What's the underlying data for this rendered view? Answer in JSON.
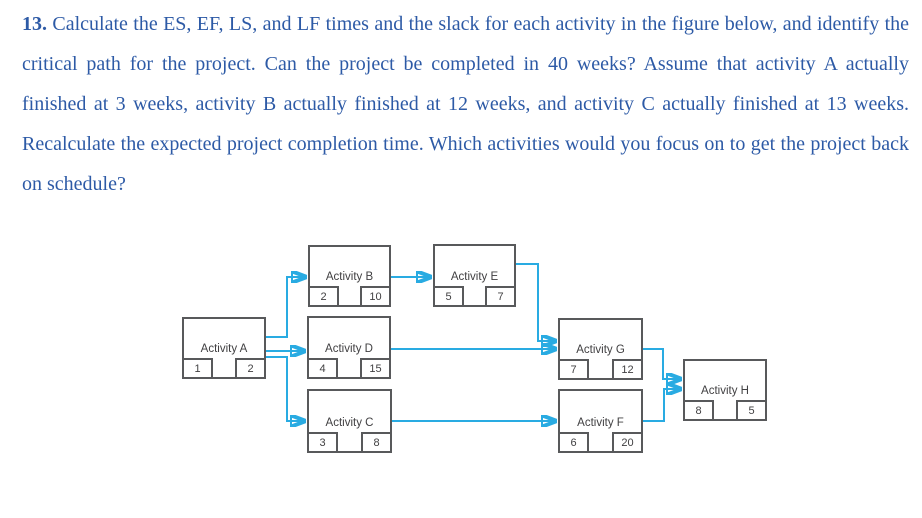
{
  "problem": {
    "number": "13.",
    "text": "Calculate the ES, EF, LS, and LF times and the slack for each activity in the figure below, and identify the critical path for the project. Can the project be completed in 40 weeks? Assume that activity A actually finished at 3 weeks, activity B actually finished at 12 weeks, and activity C actually finished at 13 weeks. Recalculate the expected project completion time. Which activities would you focus on to get the project back on schedule?"
  },
  "diagram": {
    "nodes": [
      {
        "id": "A",
        "label": "Activity A",
        "left_value": "1",
        "right_value": "2"
      },
      {
        "id": "B",
        "label": "Activity B",
        "left_value": "2",
        "right_value": "10"
      },
      {
        "id": "E",
        "label": "Activity E",
        "left_value": "5",
        "right_value": "7"
      },
      {
        "id": "D",
        "label": "Activity D",
        "left_value": "4",
        "right_value": "15"
      },
      {
        "id": "C",
        "label": "Activity C",
        "left_value": "3",
        "right_value": "8"
      },
      {
        "id": "G",
        "label": "Activity G",
        "left_value": "7",
        "right_value": "12"
      },
      {
        "id": "F",
        "label": "Activity F",
        "left_value": "6",
        "right_value": "20"
      },
      {
        "id": "H",
        "label": "Activity H",
        "left_value": "8",
        "right_value": "5"
      }
    ],
    "edges": [
      {
        "from": "Activity A",
        "to": "Activity B"
      },
      {
        "from": "Activity A",
        "to": "Activity D"
      },
      {
        "from": "Activity A",
        "to": "Activity C"
      },
      {
        "from": "Activity B",
        "to": "Activity E"
      },
      {
        "from": "Activity E",
        "to": "Activity G"
      },
      {
        "from": "Activity D",
        "to": "Activity G"
      },
      {
        "from": "Activity C",
        "to": "Activity F"
      },
      {
        "from": "Activity G",
        "to": "Activity H"
      },
      {
        "from": "Activity F",
        "to": "Activity H"
      }
    ],
    "colors": {
      "arrow": "#29abe2",
      "box_border": "#58595b",
      "node_text": "#414042",
      "problem_text": "#2d5aa6"
    }
  }
}
